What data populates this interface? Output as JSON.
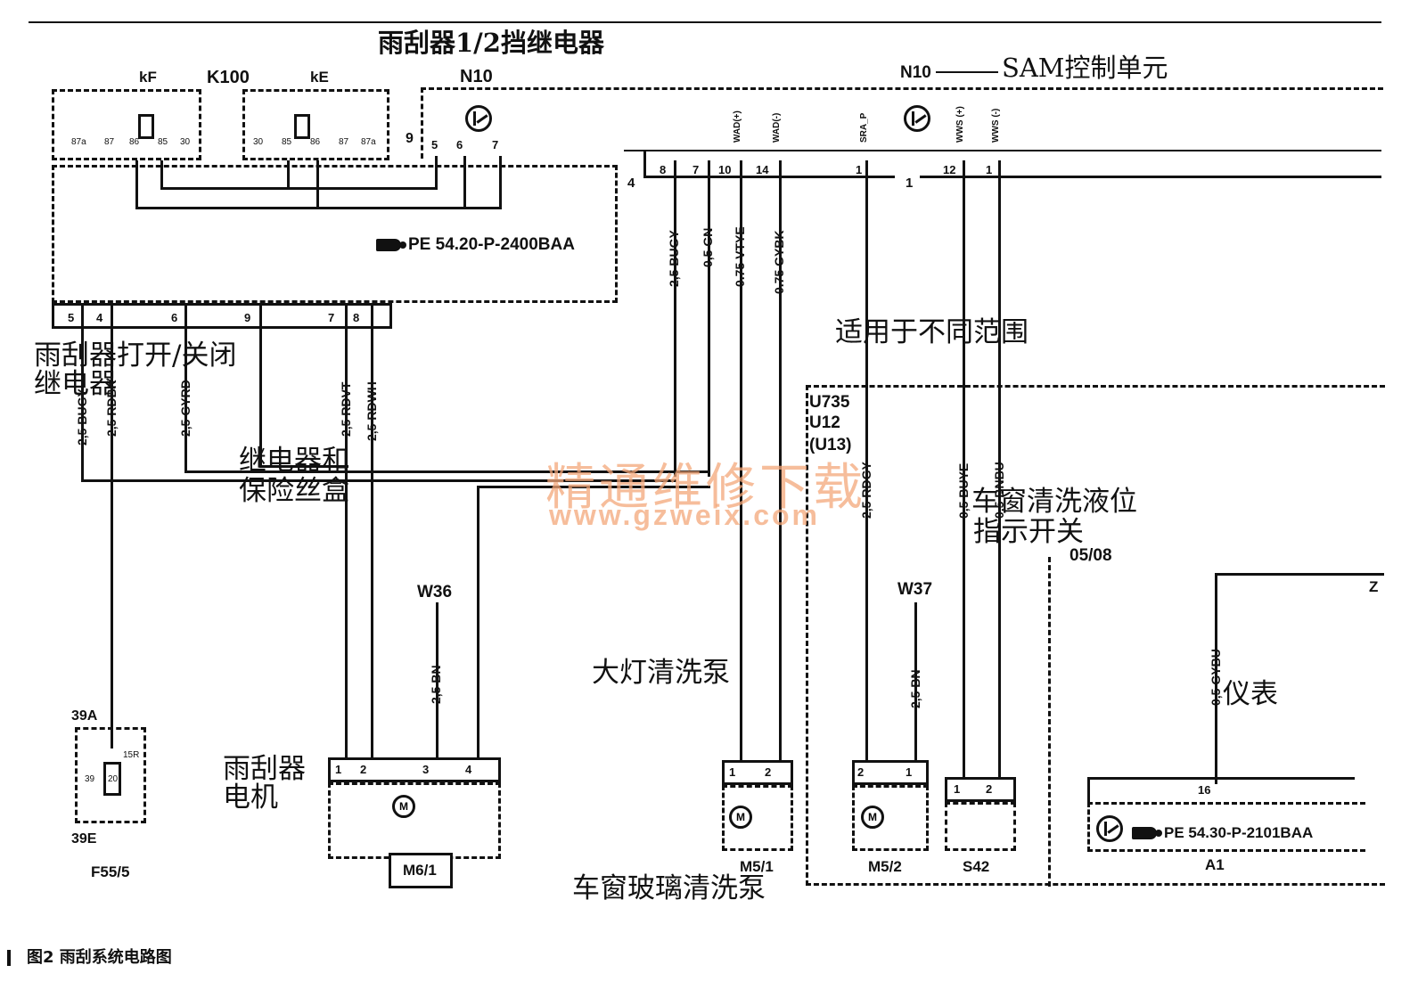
{
  "titles": {
    "relay12": "雨刮器1/2挡继电器",
    "sam": "SAM控制单元",
    "wiper_onoff": "雨刮器打开/关闭",
    "wiper_onoff2": "继电器",
    "fuse_box": "继电器和",
    "fuse_box2": "保险丝盒",
    "range": "适用于不同范围",
    "washer_level": "车窗清洗液位",
    "washer_level2": "指示开关",
    "headlamp_pump": "大灯清洗泵",
    "wiper_motor": "雨刮器",
    "wiper_motor2": "电机",
    "window_pump": "车窗玻璃清洗泵",
    "instrument": "仪表",
    "caption": "图2  雨刮系统电路图"
  },
  "codes": {
    "kF": "kF",
    "K100": "K100",
    "kE": "kE",
    "N10a": "N10",
    "N10b": "N10",
    "pe1": "PE 54.20-P-2400BAA",
    "pe2": "PE 54.30-P-2101BAA",
    "U735": "U735",
    "U12": "U12",
    "U13": "(U13)",
    "W36": "W36",
    "W37": "W37",
    "ref0508": "05/08",
    "F39A": "39A",
    "F39E": "39E",
    "F55": "F55/5",
    "F39": "39",
    "F20": "20",
    "F15R": "15R",
    "M61": "M6/1",
    "M51": "M5/1",
    "M52": "M5/2",
    "S42": "S42",
    "A1": "A1",
    "Z": "Z",
    "num9": "9",
    "num4": "4",
    "num1": "1"
  },
  "relay_pins": {
    "kF": [
      "87a",
      "87",
      "86",
      "85",
      "30"
    ],
    "kE": [
      "30",
      "85",
      "86",
      "87",
      "87a"
    ]
  },
  "n10_pins": [
    "5",
    "6",
    "7"
  ],
  "n10_sig": [
    "WAD(+)",
    "WAD(-)",
    "SRA_P",
    "WWS (+)",
    "WWS (-)"
  ],
  "conn_pins": [
    "8",
    "7",
    "10",
    "14",
    "1",
    "12",
    "1"
  ],
  "box_pins": [
    "5",
    "4",
    "6",
    "9",
    "7",
    "8"
  ],
  "wires": {
    "w1": "2,5 BUGY",
    "w2": "0,5 GN",
    "w3": "0.75 VTYE",
    "w4": "0.75 GYBK",
    "w5": "2,5 BUGY",
    "w6": "2,5 RDBK",
    "w7": "2,5 GYRD",
    "w8": "2,5 RDVT",
    "w9": "2,5 RDWH",
    "w10": "2,5 RDGY",
    "w11": "0,5 BUYE",
    "w12": "0,5 BNBU",
    "w13": "2,5 BN",
    "w14": "2,5 BN",
    "w15": "0,5 GYBU"
  },
  "comp_pins": {
    "m61": [
      "1",
      "2",
      "3",
      "4"
    ],
    "m51": [
      "1",
      "2"
    ],
    "m52": [
      "2",
      "1"
    ],
    "s42": [
      "1",
      "2"
    ],
    "a1": "16"
  },
  "watermark": {
    "cn": "精通维修下载",
    "url": "www.gzweix.com"
  }
}
